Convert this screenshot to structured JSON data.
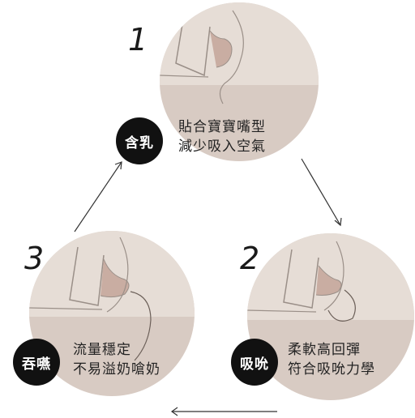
{
  "steps": [
    {
      "number": "1",
      "badge": "含乳",
      "line1": "貼合寶寶嘴型",
      "line2": "減少吸入空氣"
    },
    {
      "number": "2",
      "badge": "吸吮",
      "line1": "柔軟高回彈",
      "line2": "符合吸吮力學"
    },
    {
      "number": "3",
      "badge": "吞嚥",
      "line1": "流量穩定",
      "line2": "不易溢奶嗆奶"
    }
  ],
  "colors": {
    "circle_upper": "#e6ddd6",
    "circle_lower": "#d8cbc3",
    "badge": "#111111",
    "nipple": "#c9ada2",
    "arrow": "#333333"
  }
}
